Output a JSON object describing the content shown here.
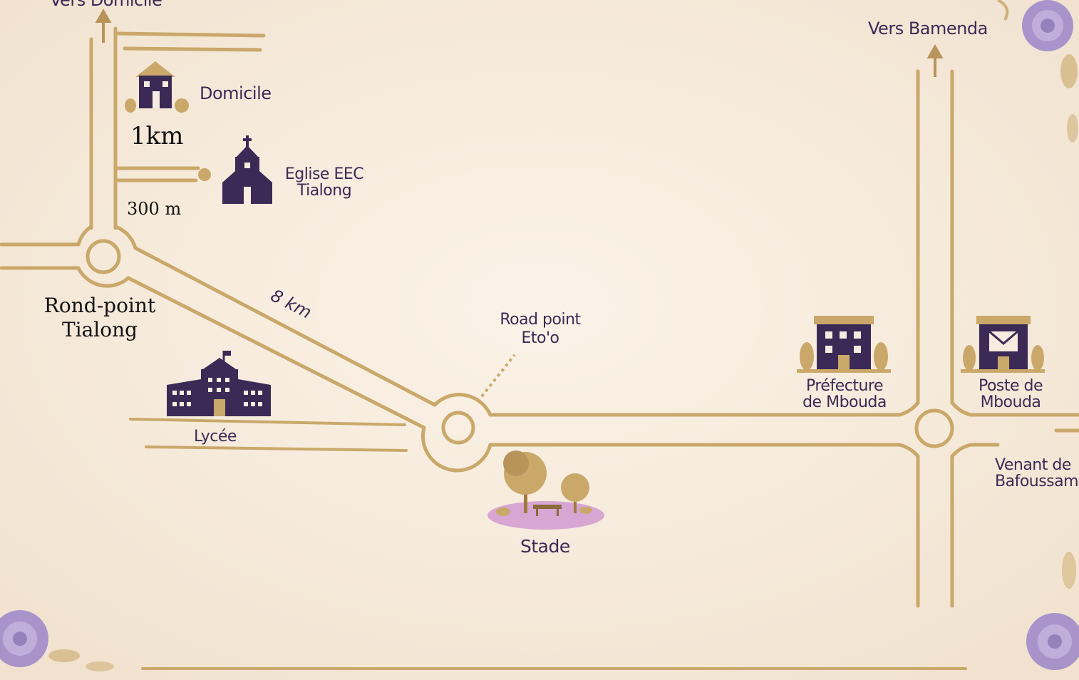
{
  "labels": {
    "vers_domicile": "Vers Domicile",
    "vers_bamenda": "Vers Bamenda",
    "domicile": "Domicile",
    "dist_1km": "1km",
    "eglise_line1": "Eglise EEC",
    "eglise_line2": "Tialong",
    "dist_300m": "300 m",
    "rond_point_line1": "Rond-point",
    "rond_point_line2": "Tialong",
    "dist_8km": "8 km",
    "road_point_line1": "Road point",
    "road_point_line2": "Eto'o",
    "lycee": "Lycée",
    "stade": "Stade",
    "prefecture_line1": "Préfecture",
    "prefecture_line2": "de Mbouda",
    "poste_line1": "Poste de",
    "poste_line2": "Mbouda",
    "venant_line1": "Venant de",
    "venant_line2": "Bafoussam"
  },
  "colors": {
    "road": "#c9a86a",
    "road_edge": "#b8945a",
    "building": "#3b2a55",
    "parchment": "#f6ecdf",
    "park": "#d7a6d2",
    "flower": "#9c86c9"
  },
  "icons": [
    "house-icon",
    "church-icon",
    "school-icon",
    "prefecture-icon",
    "post-office-icon",
    "park-icon",
    "flower-decoration"
  ]
}
